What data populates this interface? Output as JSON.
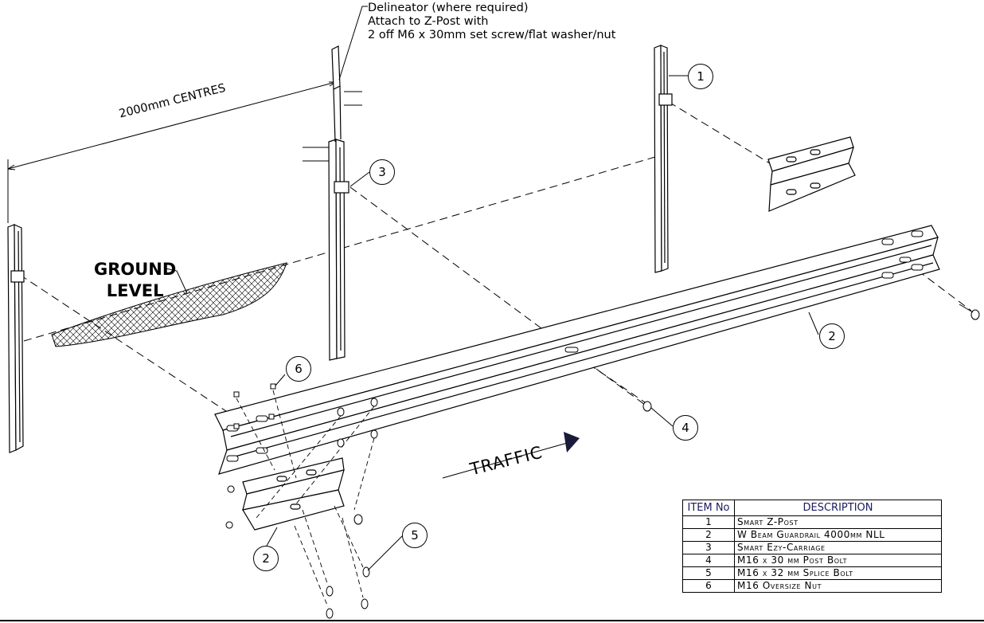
{
  "note": {
    "line1": "Delineator (where required)",
    "line2": "Attach to Z-Post with",
    "line3": "2 off M6 x 30mm set screw/flat washer/nut"
  },
  "dimension": "2000mm CENTRES",
  "ground": {
    "line1": "GROUND",
    "line2": "LEVEL"
  },
  "traffic": "TRAFFIC",
  "balloons": {
    "b1": "1",
    "b2a": "2",
    "b2b": "2",
    "b3": "3",
    "b4": "4",
    "b5": "5",
    "b6": "6"
  },
  "table": {
    "header_no": "ITEM No",
    "header_desc": "DESCRIPTION",
    "rows": [
      {
        "no": "1",
        "desc": "Smart Z-Post"
      },
      {
        "no": "2",
        "desc": "W Beam Guardrail 4000mm NLL"
      },
      {
        "no": "3",
        "desc": "Smart Ezy-Carriage"
      },
      {
        "no": "4",
        "desc": "M16 x 30 mm Post Bolt"
      },
      {
        "no": "5",
        "desc": "M16 x 32 mm Splice Bolt"
      },
      {
        "no": "6",
        "desc": "M16 Oversize Nut"
      }
    ]
  },
  "colors": {
    "line": "#000000",
    "arrow": "#1a1a3a",
    "header_text": "#1a1a60"
  }
}
